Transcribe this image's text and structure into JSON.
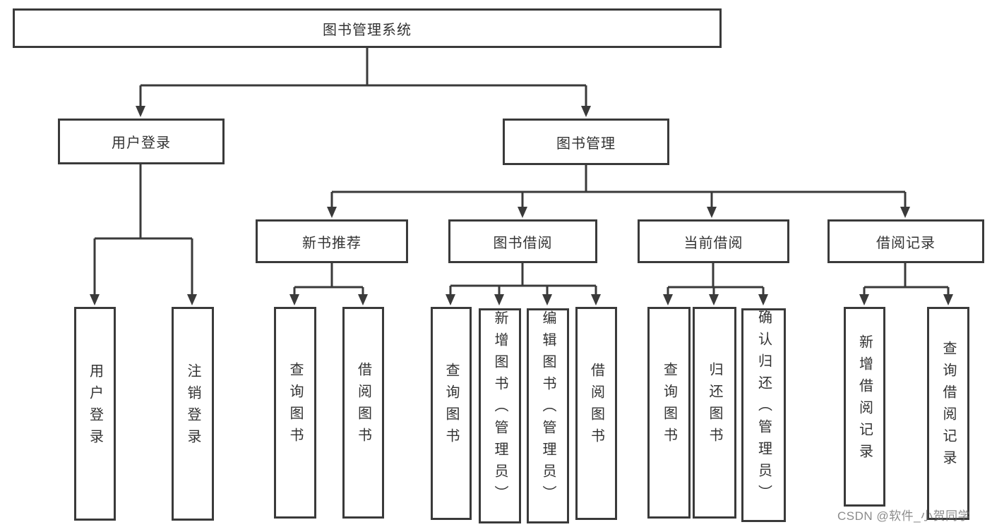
{
  "diagram_title": "图书管理系统",
  "tree": {
    "label": "图书管理系统",
    "children": [
      {
        "label": "用户登录",
        "children": [
          {
            "label": "用户登录"
          },
          {
            "label": "注销登录"
          }
        ]
      },
      {
        "label": "图书管理",
        "children": [
          {
            "label": "新书推荐",
            "children": [
              {
                "label": "查询图书"
              },
              {
                "label": "借阅图书"
              }
            ]
          },
          {
            "label": "图书借阅",
            "children": [
              {
                "label": "查询图书"
              },
              {
                "label": "新增图书（管理员）"
              },
              {
                "label": "编辑图书（管理员）"
              },
              {
                "label": "借阅图书"
              }
            ]
          },
          {
            "label": "当前借阅",
            "children": [
              {
                "label": "查询图书"
              },
              {
                "label": "归还图书"
              },
              {
                "label": "确认归还（管理员）"
              }
            ]
          },
          {
            "label": "借阅记录",
            "children": [
              {
                "label": "新增借阅记录"
              },
              {
                "label": "查询借阅记录"
              }
            ]
          }
        ]
      }
    ]
  },
  "watermark": "CSDN @软件_小贺同学",
  "colors": {
    "line": "#3a3a3a",
    "text": "#333333",
    "background": "#ffffff",
    "watermark": "#6e6e6e"
  }
}
